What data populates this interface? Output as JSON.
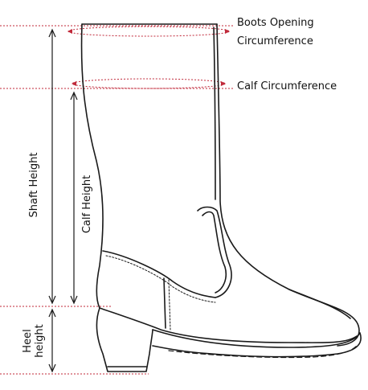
{
  "labels": {
    "boots_opening_line1": "Boots Opening",
    "boots_opening_line2": "Circumference",
    "calf_circumference": "Calf Circumference",
    "shaft_height": "Shaft Height",
    "calf_height": "Calf Height",
    "heel_height_line1": "Heel",
    "heel_height_line2": "height"
  },
  "colors": {
    "measure_line": "#c0293a",
    "outline": "#1a1a1a",
    "arrow": "#1a1a1a"
  },
  "icons": {
    "boot": "boot-illustration",
    "arrow": "double-arrow-icon"
  }
}
